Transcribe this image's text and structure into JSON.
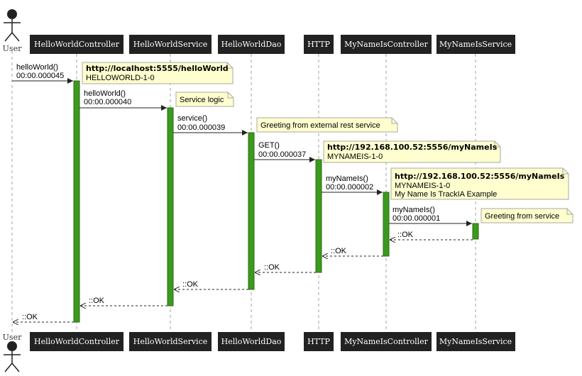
{
  "actor": {
    "label": "User"
  },
  "participants": [
    {
      "id": "hwc",
      "label": "HelloWorldController"
    },
    {
      "id": "hws",
      "label": "HelloWorldService"
    },
    {
      "id": "hwd",
      "label": "HelloWorldDao"
    },
    {
      "id": "http",
      "label": "HTTP"
    },
    {
      "id": "mnc",
      "label": "MyNameIsController"
    },
    {
      "id": "mns",
      "label": "MyNameIsService"
    }
  ],
  "messages": [
    {
      "id": "m1",
      "kind": "call",
      "lines": [
        "helloWorld()",
        "00:00.000045"
      ]
    },
    {
      "id": "m2",
      "kind": "call",
      "lines": [
        "helloWorld()",
        "00:00.000040"
      ]
    },
    {
      "id": "m3",
      "kind": "call",
      "lines": [
        "service()",
        "00:00.000039"
      ]
    },
    {
      "id": "m4",
      "kind": "call",
      "lines": [
        "GET()",
        "00:00.000037"
      ]
    },
    {
      "id": "m5",
      "kind": "call",
      "lines": [
        "myNameIs()",
        "00:00.000002"
      ]
    },
    {
      "id": "m6",
      "kind": "call",
      "lines": [
        "myNameIs()",
        "00:00.000001"
      ]
    },
    {
      "id": "r6",
      "kind": "return",
      "lines": [
        "::OK"
      ]
    },
    {
      "id": "r5",
      "kind": "return",
      "lines": [
        "::OK"
      ]
    },
    {
      "id": "r4",
      "kind": "return",
      "lines": [
        "::OK"
      ]
    },
    {
      "id": "r3",
      "kind": "return",
      "lines": [
        "::OK"
      ]
    },
    {
      "id": "r2",
      "kind": "return",
      "lines": [
        "::OK"
      ]
    },
    {
      "id": "r1",
      "kind": "return",
      "lines": [
        "::OK"
      ]
    }
  ],
  "notes": [
    {
      "id": "n1",
      "bold": "http://localhost:5555/helloWorld",
      "lines": [
        "HELLOWORLD-1-0"
      ]
    },
    {
      "id": "n2",
      "bold": "",
      "lines": [
        "Service logic"
      ]
    },
    {
      "id": "n3",
      "bold": "",
      "lines": [
        "Greeting from external rest service"
      ]
    },
    {
      "id": "n4",
      "bold": "http://192.168.100.52:5556/myNameIs",
      "lines": [
        "MYNAMEIS-1-0"
      ]
    },
    {
      "id": "n5",
      "bold": "http://192.168.100.52:5556/myNameIs",
      "lines": [
        "MYNAMEIS-1-0",
        "My Name Is TrackIA Example"
      ]
    },
    {
      "id": "n6",
      "bold": "",
      "lines": [
        "Greeting from service"
      ]
    }
  ],
  "colors": {
    "participant_bg": "#222222",
    "participant_text": "#ffffff",
    "activation": "#3a9a1e",
    "activation_border": "#2d6a12",
    "note_bg": "#fefece",
    "note_border": "#a8a8a8",
    "lifeline": "#a0a0a0"
  }
}
